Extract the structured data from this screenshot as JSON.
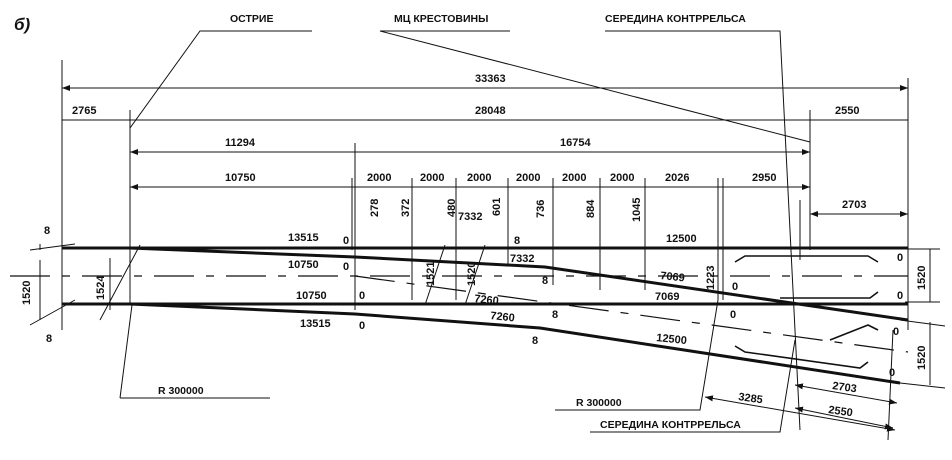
{
  "figure_label": "б)",
  "leaders": {
    "point": "ОСТРИЕ",
    "frog_center": "МЦ КРЕСТОВИНЫ",
    "guardrail_mid_top": "СЕРЕДИНА КОНТРРЕЛЬСА",
    "guardrail_mid_bottom": "СЕРЕДИНА КОНТРРЕЛЬСА",
    "radius_left": "R 300000",
    "radius_right": "R 300000"
  },
  "dims": {
    "total": "33363",
    "front": "2765",
    "main": "28048",
    "rear": "2550",
    "to_frog": "11294",
    "from_frog": "16754",
    "seg_10750": "10750",
    "seg_2000": [
      "2000",
      "2000",
      "2000",
      "2000",
      "2000",
      "2000"
    ],
    "seg_2026": "2026",
    "seg_2950": "2950",
    "rear_2703_top": "2703",
    "ordinates": [
      "278",
      "372",
      "480",
      "601",
      "736",
      "884",
      "1045"
    ],
    "ord_7332_top": "7332",
    "gauge_left": "1520",
    "gauge_point": "1524",
    "gauge_1521": "1521",
    "gauge_1520_mid": "1520",
    "gauge_right_top": "1520",
    "gauge_right_bottom": "1520",
    "ord_1223": "1223",
    "gap_left_top": "8",
    "gap_left_bottom": "8",
    "gap_a": "8",
    "gap_b": "8",
    "gap_c": "8",
    "gap_d": "8",
    "rail_13515_top": "13515",
    "rail_10750_top": "10750",
    "rail_10750_bottom": "10750",
    "rail_13515_bottom": "13515",
    "rail_7332": "7332",
    "rail_7260_a": "7260",
    "rail_7260_b": "7260",
    "rail_7069_a": "7069",
    "rail_7069_b": "7069",
    "rail_12500_top": "12500",
    "rail_12500_bottom": "12500",
    "zero_marks": [
      "0",
      "0",
      "0",
      "0",
      "0",
      "0",
      "0",
      "0",
      "0",
      "0",
      "0"
    ],
    "bottom_3285": "3285",
    "bottom_2703": "2703",
    "bottom_2550": "2550"
  }
}
